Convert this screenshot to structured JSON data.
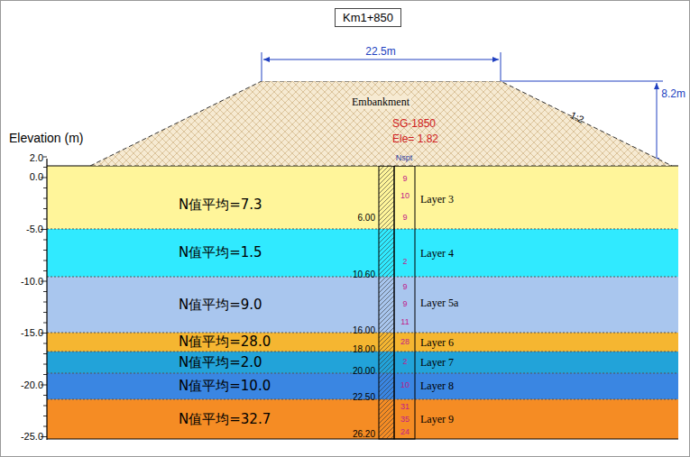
{
  "diagram": {
    "nodes": [
      {
        "text": [
          "Km1+850"
        ]
      },
      {
        "text": [
          "Embankment"
        ]
      },
      {
        "text": [
          "N值平均=7.3",
          "Layer 3"
        ]
      },
      {
        "text": [
          "N值平均=1.5",
          "Layer 4"
        ]
      },
      {
        "text": [
          "N值平均=9.0",
          "Layer 5a"
        ]
      },
      {
        "text": [
          "N值平均=28.0",
          "Layer 6"
        ]
      },
      {
        "text": [
          "N值平均=2.0",
          "Layer 7"
        ]
      },
      {
        "text": [
          "N值平均=10.0",
          "Layer 8"
        ]
      },
      {
        "text": [
          "N值平均=32.7",
          "Layer 9"
        ]
      }
    ],
    "labels": [
      "Elevation (m)",
      "2.0",
      "0.0",
      "-5.0",
      "-10.0",
      "-15.0",
      "-20.0",
      "-25.0",
      "22.5m",
      "8.2m",
      "1:2",
      "SG-1850",
      "Ele= 1.82",
      "Nspt",
      "6.00",
      "10.60",
      "16.00",
      "18.00",
      "20.00",
      "22.50",
      "26.20",
      "9",
      "10",
      "9",
      "2",
      "9",
      "9",
      "11",
      "28",
      "2",
      "10",
      "31",
      "35",
      "24"
    ]
  }
}
